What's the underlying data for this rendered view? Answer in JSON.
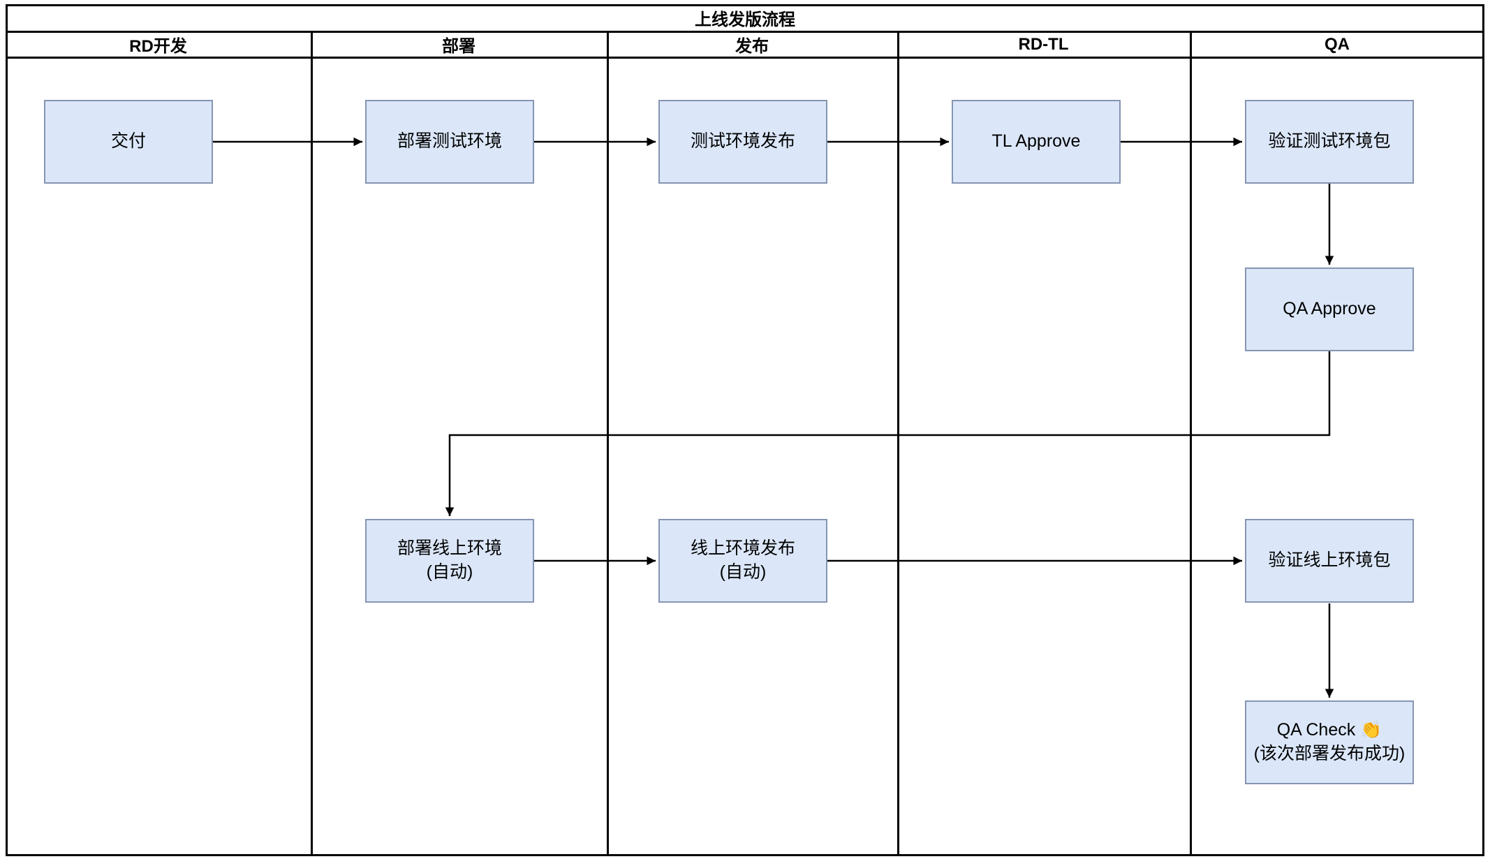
{
  "diagram": {
    "title": "上线发版流程",
    "lanes": [
      {
        "label": "RD开发"
      },
      {
        "label": "部署"
      },
      {
        "label": "发布"
      },
      {
        "label": "RD-TL"
      },
      {
        "label": "QA"
      }
    ],
    "nodes": {
      "deliver": {
        "label": "交付",
        "sublabel": ""
      },
      "deploy_test": {
        "label": "部署测试环境",
        "sublabel": ""
      },
      "release_test": {
        "label": "测试环境发布",
        "sublabel": ""
      },
      "tl_approve": {
        "label": "TL Approve",
        "sublabel": ""
      },
      "verify_test_pkg": {
        "label": "验证测试环境包",
        "sublabel": ""
      },
      "qa_approve": {
        "label": "QA Approve",
        "sublabel": ""
      },
      "deploy_prod": {
        "label": "部署线上环境",
        "sublabel": "(自动)"
      },
      "release_prod": {
        "label": "线上环境发布",
        "sublabel": "(自动)"
      },
      "verify_prod_pkg": {
        "label": "验证线上环境包",
        "sublabel": ""
      },
      "qa_check": {
        "label": "QA Check 👏",
        "sublabel": "(该次部署发布成功)"
      }
    },
    "edges": [
      {
        "from": "deliver",
        "to": "deploy_test"
      },
      {
        "from": "deploy_test",
        "to": "release_test"
      },
      {
        "from": "release_test",
        "to": "tl_approve"
      },
      {
        "from": "tl_approve",
        "to": "verify_test_pkg"
      },
      {
        "from": "verify_test_pkg",
        "to": "qa_approve"
      },
      {
        "from": "qa_approve",
        "to": "deploy_prod"
      },
      {
        "from": "deploy_prod",
        "to": "release_prod"
      },
      {
        "from": "release_prod",
        "to": "verify_prod_pkg"
      },
      {
        "from": "verify_prod_pkg",
        "to": "qa_check"
      }
    ],
    "colors": {
      "node_fill": "#dbe7f9",
      "node_border": "#8595b2",
      "line": "#000000"
    }
  }
}
